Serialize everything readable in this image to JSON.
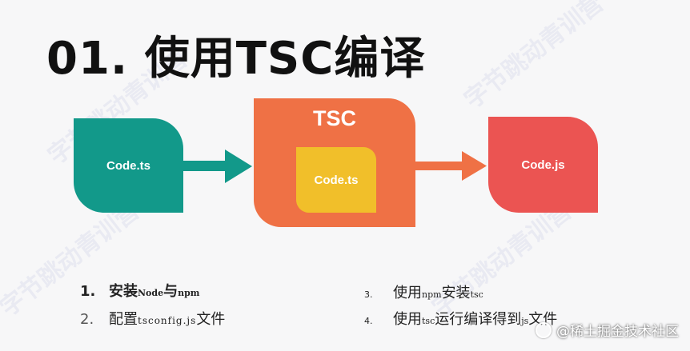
{
  "title": "01. 使用TSC编译",
  "diagram": {
    "source_label": "Code.ts",
    "compiler_label": "TSC",
    "inner_label": "Code.ts",
    "output_label": "Code.js"
  },
  "steps": [
    {
      "num": "1.",
      "parts": [
        "安装",
        "Node",
        "与",
        "npm"
      ]
    },
    {
      "num": "2.",
      "parts": [
        "配置",
        "tsconfig.js",
        "文件"
      ]
    },
    {
      "num": "3.",
      "parts": [
        "使用",
        "npm",
        "安装",
        "tsc"
      ]
    },
    {
      "num": "4.",
      "parts": [
        "使用",
        "tsc",
        "运行编译得到",
        "js",
        "文件"
      ]
    }
  ],
  "watermark": "字节跳动青训营",
  "footer": "@稀土掘金技术社区",
  "colors": {
    "teal": "#12998a",
    "orange": "#ef7145",
    "yellow": "#f1bf2a",
    "red": "#eb5452"
  }
}
